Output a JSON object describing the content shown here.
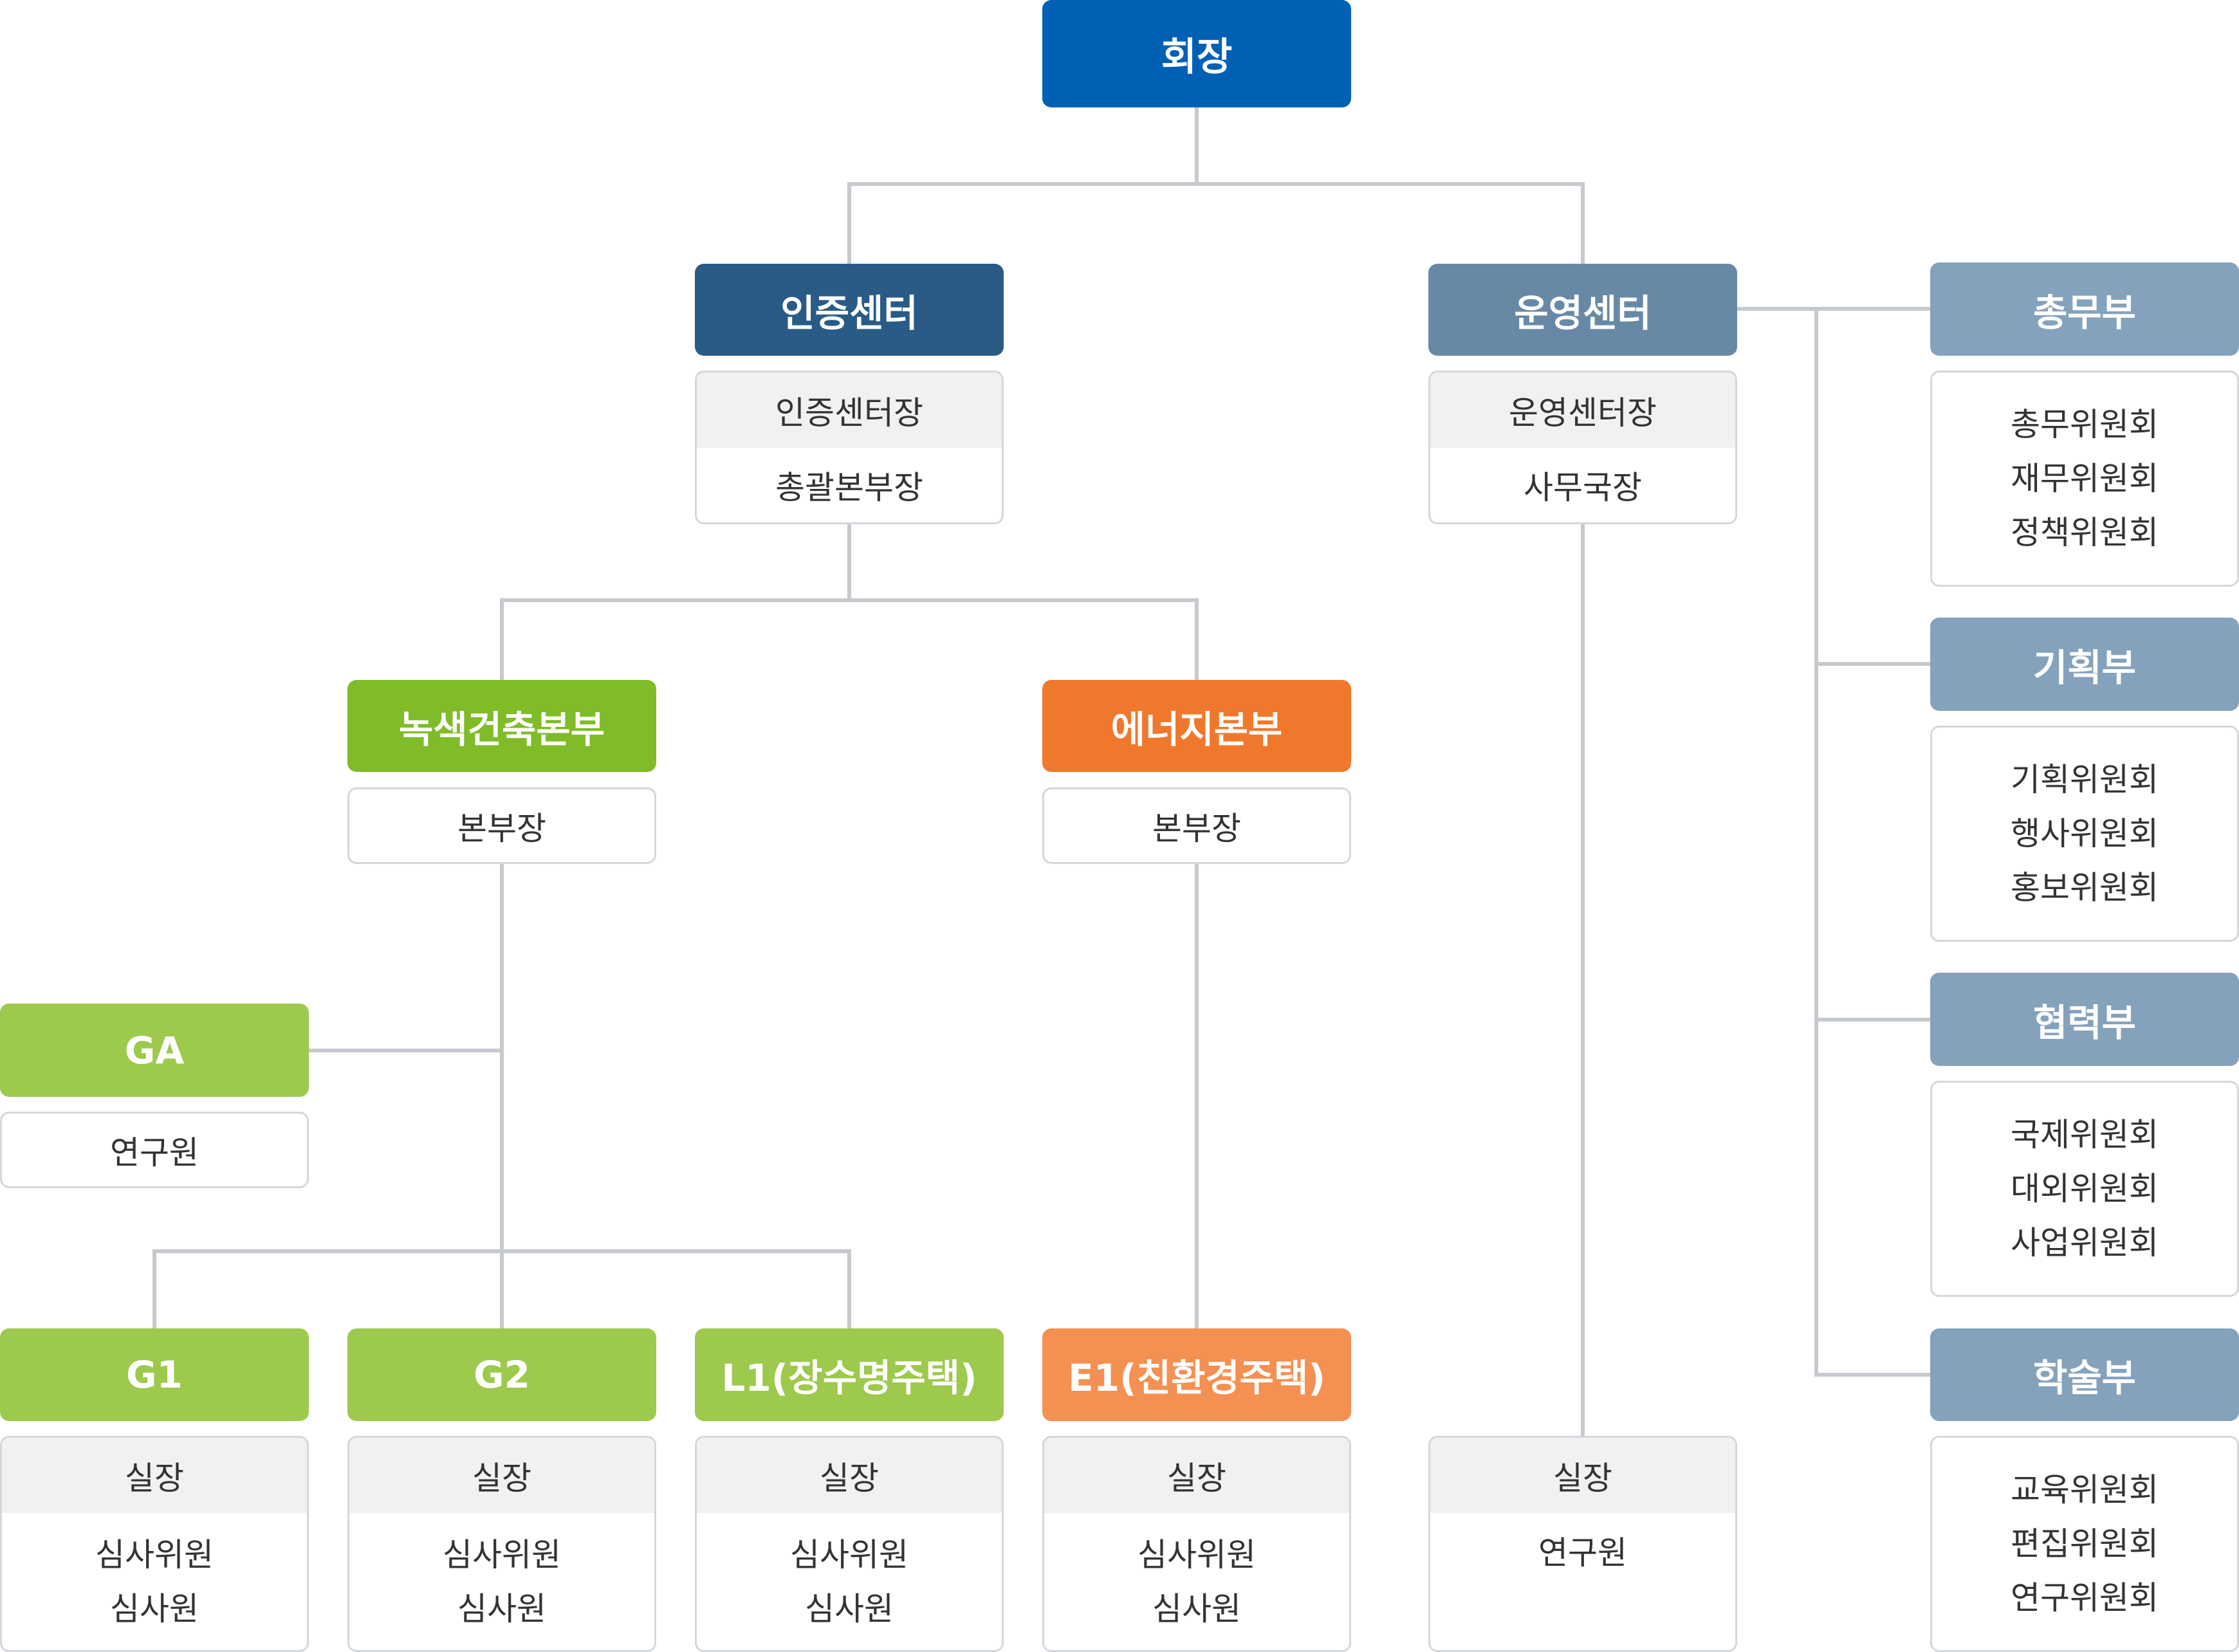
{
  "colors": {
    "chairman": "#0060b4",
    "cert_center": "#2a5b87",
    "ops_center": "#6889a6",
    "ops_dept": "#85a2bc",
    "green_dept": "#7fbc28",
    "green_team": "#9dc94c",
    "energy_dept": "#f0782c",
    "energy_team": "#f39052",
    "connector": "#c6cacf",
    "card_border": "#d4d7dc"
  },
  "chairman": {
    "title": "회장"
  },
  "cert_center": {
    "title": "인증센터",
    "roles": [
      "인증센터장",
      "총괄본부장"
    ]
  },
  "ops_center": {
    "title": "운영센터",
    "roles": [
      "운영센터장",
      "사무국장"
    ],
    "bottom_roles": [
      "실장",
      "연구원"
    ]
  },
  "green_hq": {
    "title": "녹색건축본부",
    "role": "본부장"
  },
  "energy_hq": {
    "title": "에너지본부",
    "role": "본부장"
  },
  "ga": {
    "title": "GA",
    "role": "연구원"
  },
  "teams": [
    {
      "title": "G1",
      "head": "실장",
      "members": [
        "심사위원",
        "심사원"
      ]
    },
    {
      "title": "G2",
      "head": "실장",
      "members": [
        "심사위원",
        "심사원"
      ]
    },
    {
      "title": "L1(장수명주택)",
      "head": "실장",
      "members": [
        "심사위원",
        "심사원"
      ]
    },
    {
      "title": "E1(친환경주택)",
      "head": "실장",
      "members": [
        "심사위원",
        "심사원"
      ]
    }
  ],
  "depts": [
    {
      "title": "총무부",
      "committees": [
        "총무위원회",
        "재무위원회",
        "정책위원회"
      ]
    },
    {
      "title": "기획부",
      "committees": [
        "기획위원회",
        "행사위원회",
        "홍보위원회"
      ]
    },
    {
      "title": "협력부",
      "committees": [
        "국제위원회",
        "대외위원회",
        "사업위원회"
      ]
    },
    {
      "title": "학술부",
      "committees": [
        "교육위원회",
        "편집위원회",
        "연구위원회"
      ]
    }
  ]
}
